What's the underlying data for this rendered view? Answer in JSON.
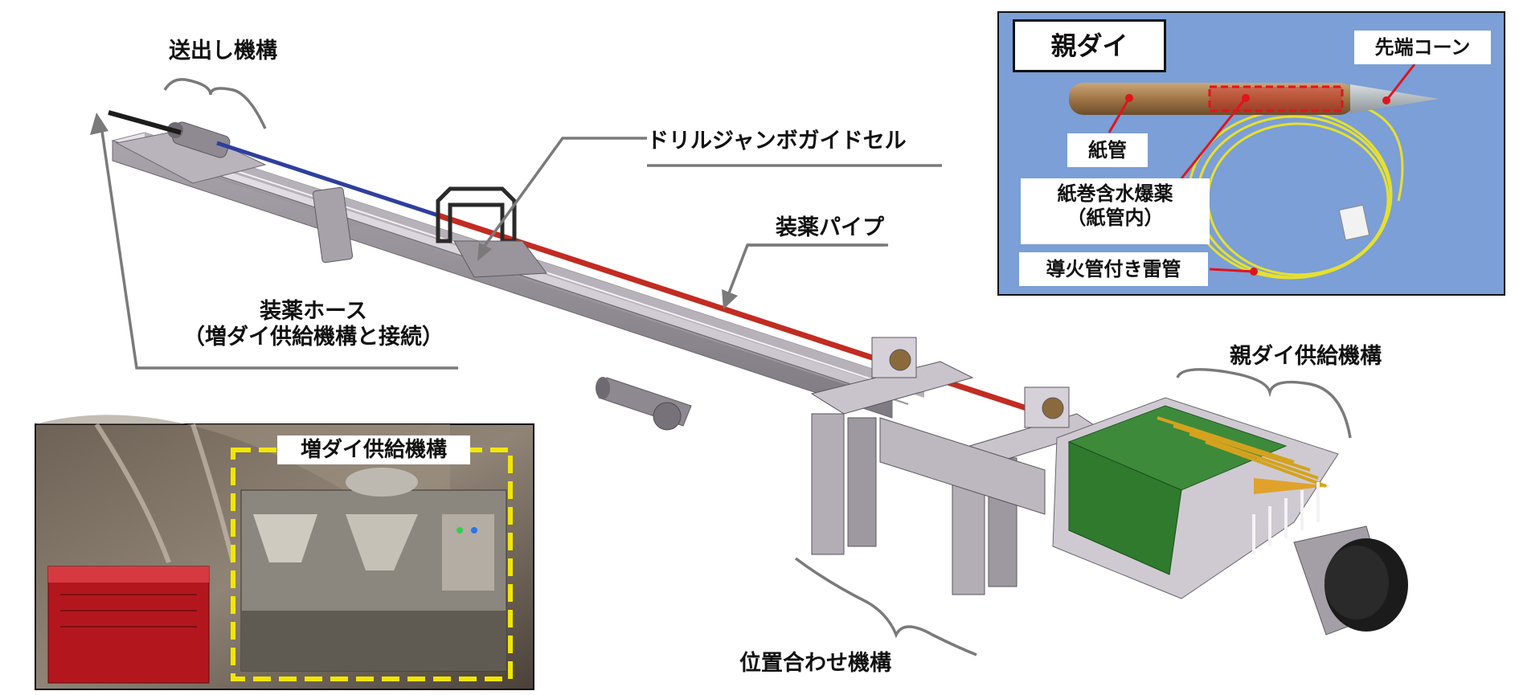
{
  "labels": {
    "feed_mechanism": "送出し機構",
    "guide_cell": "ドリルジャンボガイドセル",
    "loading_pipe": "装薬パイプ",
    "loading_hose_line1": "装薬ホース",
    "loading_hose_line2": "（増ダイ供給機構と接続）",
    "primer_supply": "親ダイ供給機構",
    "positioning": "位置合わせ機構"
  },
  "inset": {
    "title": "親ダイ",
    "tip_cone": "先端コーン",
    "paper_tube": "紙管",
    "explosive_line1": "紙巻含水爆薬",
    "explosive_line2": "（紙管内）",
    "detonator": "導火管付き雷管",
    "bg_color": "#7b9fd6"
  },
  "photo": {
    "title": "増ダイ供給機構",
    "frame_color": "#f2e600"
  },
  "colors": {
    "hose": "#2e3f9e",
    "pipe": "#c22c22",
    "leader": "#7a7a7a",
    "red_marker": "#e0141c"
  }
}
